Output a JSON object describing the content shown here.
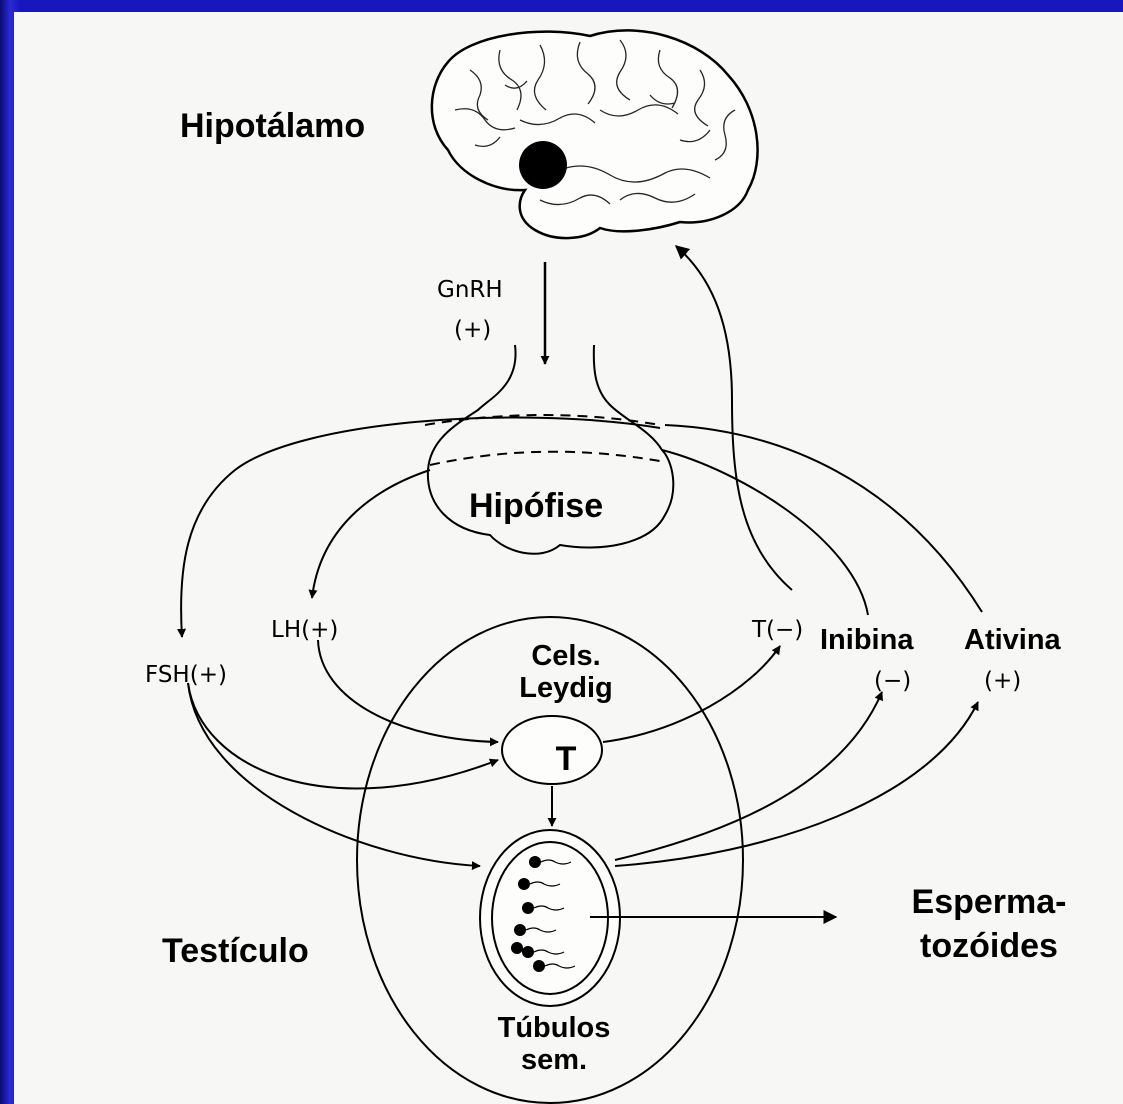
{
  "labels": {
    "hypothalamus": "Hipotálamo",
    "gnrh": "GnRH",
    "gnrh_sign": "(+)",
    "pituitary": "Hipófise",
    "lh": "LH(+)",
    "fsh": "FSH(+)",
    "testosterone_feedback": "T(−)",
    "inhibin": "Inibina",
    "inhibin_sign": "(−)",
    "activin": "Ativina",
    "activin_sign": "(+)",
    "leydig_line1": "Cels.",
    "leydig_line2": "Leydig",
    "testosterone": "T",
    "sperm_line1": "Esperma-",
    "sperm_line2": "tozóides",
    "testis": "Testículo",
    "tubules_line1": "Túbulos",
    "tubules_line2": "sem."
  },
  "colors": {
    "frame": "#1a1aa8",
    "panel": "#f7f7f5",
    "ink": "#000000"
  }
}
